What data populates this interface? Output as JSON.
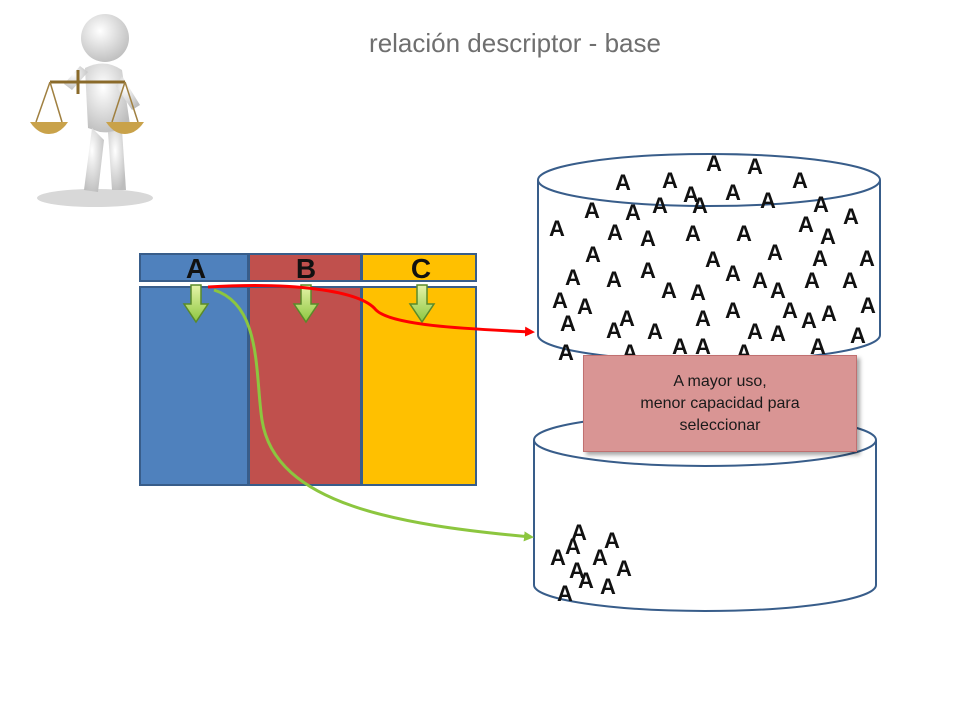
{
  "title": "relación descriptor - base",
  "table": {
    "columns": [
      {
        "label": "A",
        "color": "#4f81bd"
      },
      {
        "label": "B",
        "color": "#c0504d"
      },
      {
        "label": "C",
        "color": "#ffc000"
      }
    ]
  },
  "databases": {
    "top": {
      "letter": "A",
      "count": 60
    },
    "bottom": {
      "letter": "A",
      "count": 12
    }
  },
  "note": {
    "line1": "A mayor uso,",
    "line2": "menor capacidad para",
    "line3": "seleccionar"
  },
  "colors": {
    "arrow_red": "#ff0000",
    "arrow_green": "#8cc63f",
    "note_bg": "#d99594"
  },
  "icons": {
    "figure": "person-with-scales-icon"
  }
}
